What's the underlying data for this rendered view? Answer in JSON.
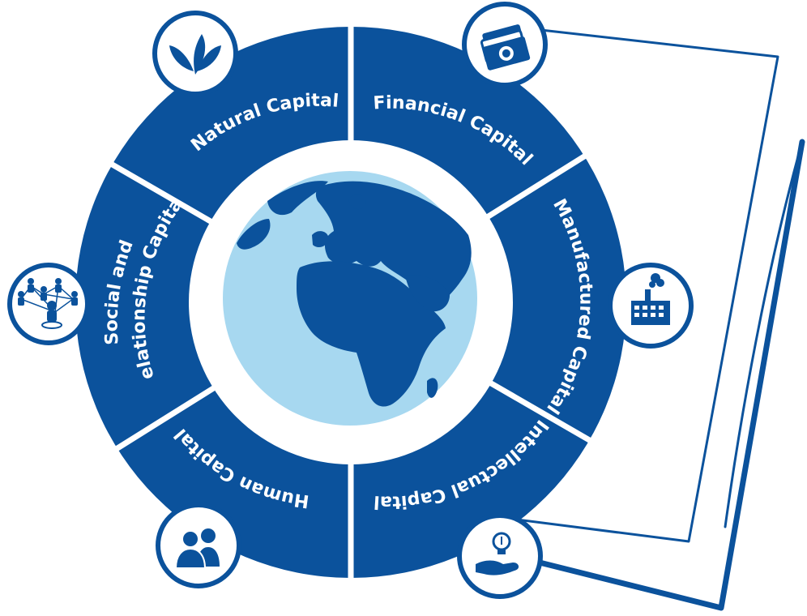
{
  "colors": {
    "ring": "#0b529c",
    "ocean": "#a7d8f0",
    "land": "#0b529c",
    "background": "#ffffff"
  },
  "segments": [
    {
      "id": "natural",
      "label": "Natural Capital",
      "icon": "leaf-icon"
    },
    {
      "id": "financial",
      "label": "Financial Capital",
      "icon": "money-icon"
    },
    {
      "id": "manufactured",
      "label": "Manufactured Capital",
      "icon": "factory-icon"
    },
    {
      "id": "intellectual",
      "label": "Intellectual Capital",
      "icon": "lightbulb-hand-icon"
    },
    {
      "id": "human",
      "label": "Human Capital",
      "icon": "people-icon"
    },
    {
      "id": "social",
      "label_line1": "Social and",
      "label_line2": "Relationship Capital",
      "icon": "network-icon"
    }
  ]
}
